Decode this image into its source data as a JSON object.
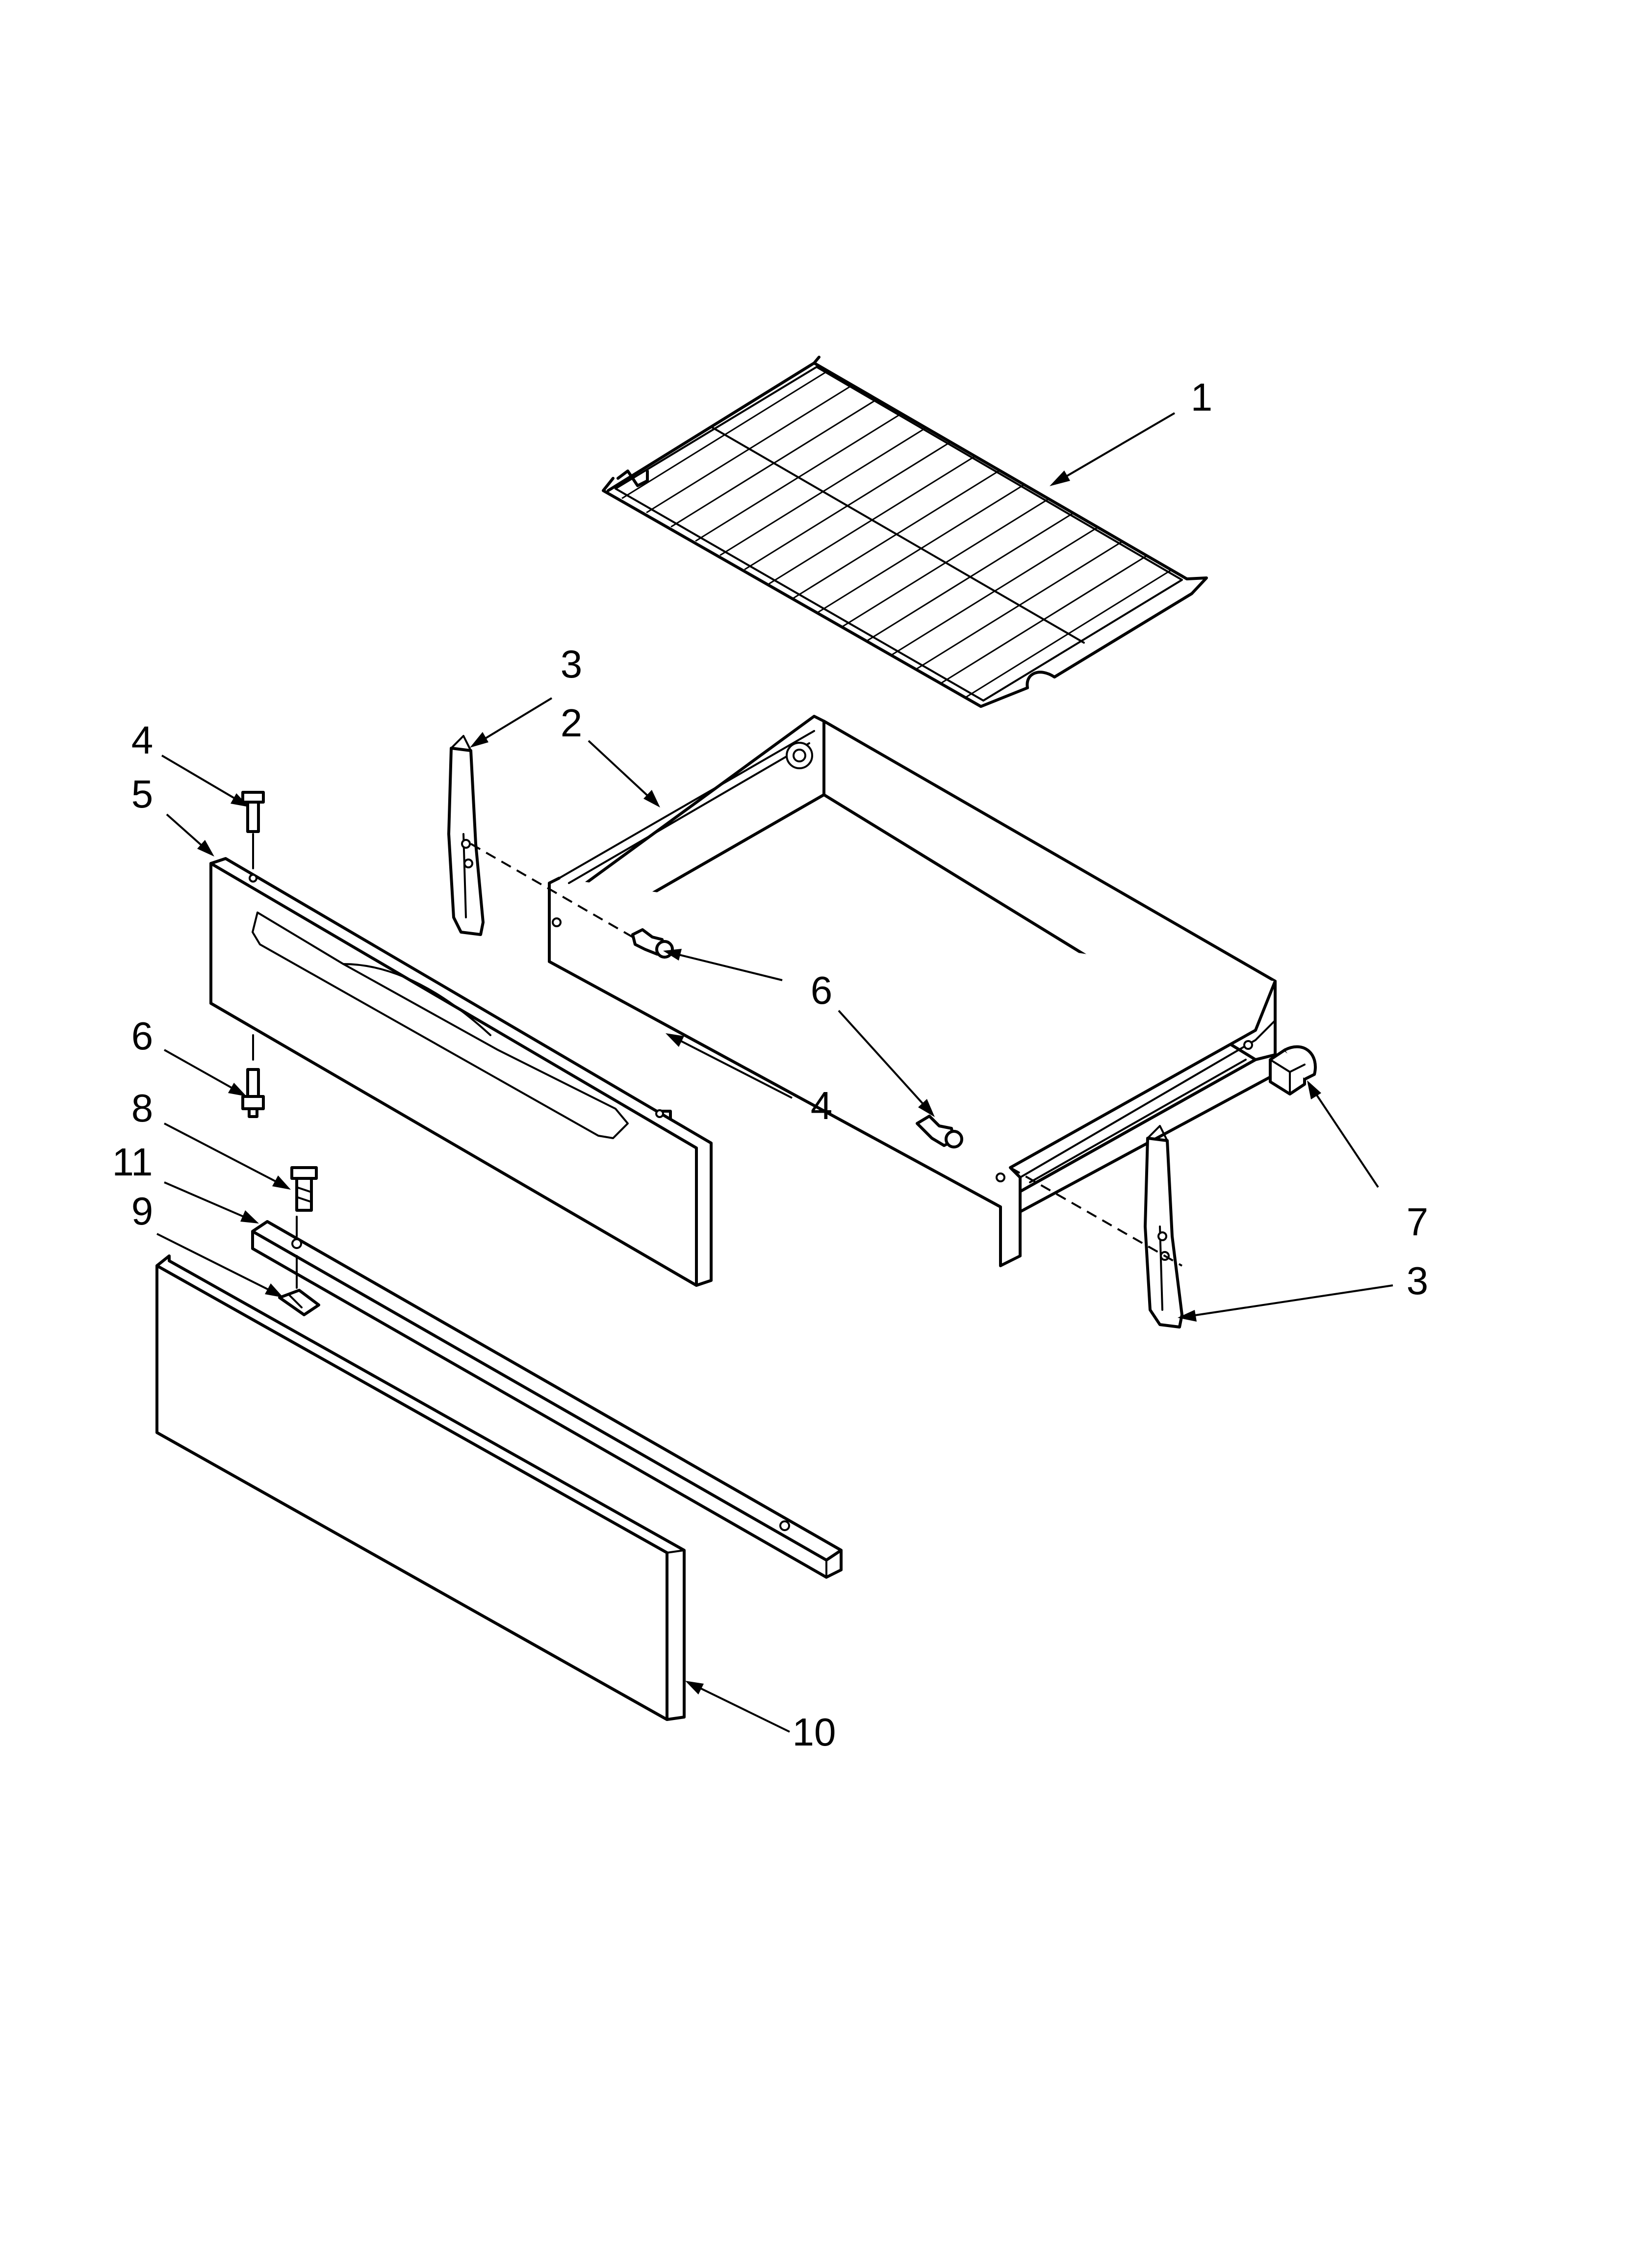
{
  "callouts": [
    {
      "id": "rack",
      "label": "1"
    },
    {
      "id": "drawer-pan",
      "label": "2"
    },
    {
      "id": "glide-top",
      "label": "3"
    },
    {
      "id": "glide-bottom",
      "label": "3"
    },
    {
      "id": "screw-top-left",
      "label": "4"
    },
    {
      "id": "screw-top-right",
      "label": "4"
    },
    {
      "id": "drawer-front",
      "label": "5"
    },
    {
      "id": "screw-pan",
      "label": "6"
    },
    {
      "id": "screw-pan-right",
      "label": "6"
    },
    {
      "id": "screw-front",
      "label": "6"
    },
    {
      "id": "stop-clip",
      "label": "7"
    },
    {
      "id": "screw-trim",
      "label": "8"
    },
    {
      "id": "clip",
      "label": "9"
    },
    {
      "id": "drawer-panel",
      "label": "10"
    },
    {
      "id": "trim-bracket",
      "label": "11"
    }
  ]
}
